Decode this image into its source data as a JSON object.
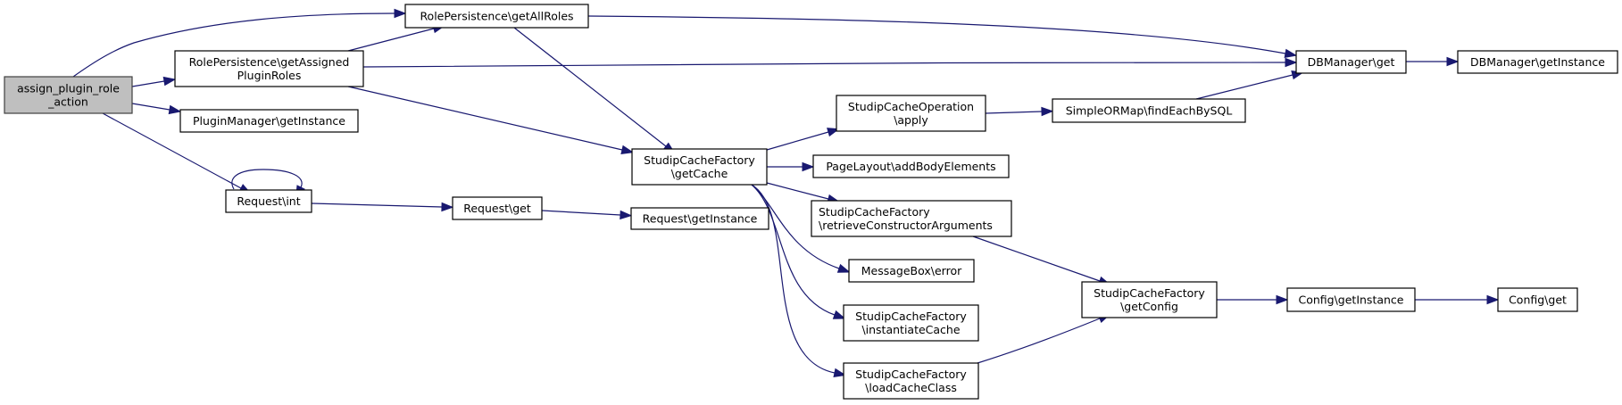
{
  "diagram": {
    "type": "call-graph",
    "edge_color": "#191970",
    "root_fill": "#bfbfbf",
    "node_fill": "#ffffff",
    "nodes": [
      {
        "id": "n0",
        "lines": [
          "assign_plugin_role",
          "_action"
        ],
        "root": true
      },
      {
        "id": "n1",
        "lines": [
          "RolePersistence\\getAssigned",
          "PluginRoles"
        ]
      },
      {
        "id": "n2",
        "lines": [
          "PluginManager\\getInstance"
        ]
      },
      {
        "id": "n3",
        "lines": [
          "RolePersistence\\getAllRoles"
        ]
      },
      {
        "id": "n4",
        "lines": [
          "Request\\int"
        ]
      },
      {
        "id": "n5",
        "lines": [
          "Request\\get"
        ]
      },
      {
        "id": "n6",
        "lines": [
          "Request\\getInstance"
        ]
      },
      {
        "id": "n7",
        "lines": [
          "StudipCacheFactory",
          "\\getCache"
        ]
      },
      {
        "id": "n8",
        "lines": [
          "StudipCacheOperation",
          "\\apply"
        ]
      },
      {
        "id": "n9",
        "lines": [
          "PageLayout\\addBodyElements"
        ]
      },
      {
        "id": "n10",
        "lines": [
          "StudipCacheFactory",
          "\\retrieveConstructorArguments"
        ],
        "align": "left"
      },
      {
        "id": "n11",
        "lines": [
          "MessageBox\\error"
        ]
      },
      {
        "id": "n12",
        "lines": [
          "StudipCacheFactory",
          "\\instantiateCache"
        ]
      },
      {
        "id": "n13",
        "lines": [
          "StudipCacheFactory",
          "\\loadCacheClass"
        ]
      },
      {
        "id": "n14",
        "lines": [
          "SimpleORMap\\findEachBySQL"
        ]
      },
      {
        "id": "n15",
        "lines": [
          "DBManager\\get"
        ]
      },
      {
        "id": "n16",
        "lines": [
          "DBManager\\getInstance"
        ]
      },
      {
        "id": "n17",
        "lines": [
          "StudipCacheFactory",
          "\\getConfig"
        ]
      },
      {
        "id": "n18",
        "lines": [
          "Config\\getInstance"
        ]
      },
      {
        "id": "n19",
        "lines": [
          "Config\\get"
        ]
      }
    ],
    "edges": [
      {
        "from": "n0",
        "to": "n3"
      },
      {
        "from": "n0",
        "to": "n1"
      },
      {
        "from": "n0",
        "to": "n2"
      },
      {
        "from": "n0",
        "to": "n4"
      },
      {
        "from": "n1",
        "to": "n3"
      },
      {
        "from": "n1",
        "to": "n15"
      },
      {
        "from": "n1",
        "to": "n7"
      },
      {
        "from": "n3",
        "to": "n15"
      },
      {
        "from": "n3",
        "to": "n7"
      },
      {
        "from": "n4",
        "to": "n4"
      },
      {
        "from": "n4",
        "to": "n5"
      },
      {
        "from": "n5",
        "to": "n6"
      },
      {
        "from": "n7",
        "to": "n8"
      },
      {
        "from": "n7",
        "to": "n9"
      },
      {
        "from": "n7",
        "to": "n10"
      },
      {
        "from": "n7",
        "to": "n11"
      },
      {
        "from": "n7",
        "to": "n12"
      },
      {
        "from": "n7",
        "to": "n13"
      },
      {
        "from": "n8",
        "to": "n14"
      },
      {
        "from": "n14",
        "to": "n15"
      },
      {
        "from": "n15",
        "to": "n16"
      },
      {
        "from": "n10",
        "to": "n17"
      },
      {
        "from": "n13",
        "to": "n17"
      },
      {
        "from": "n17",
        "to": "n18"
      },
      {
        "from": "n18",
        "to": "n19"
      }
    ]
  }
}
